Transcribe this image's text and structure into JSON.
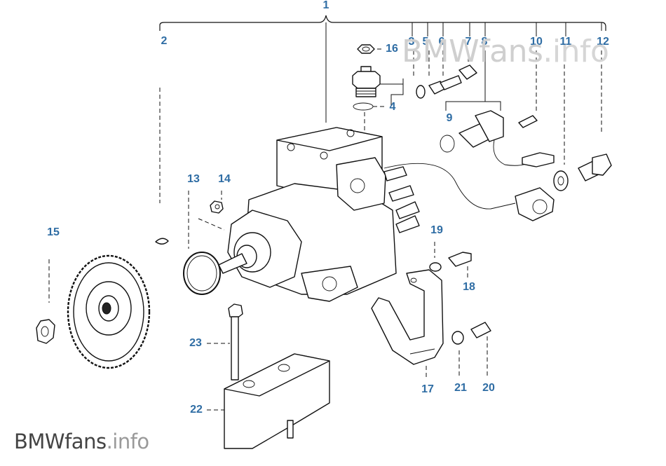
{
  "watermark": {
    "top": {
      "brand": "BMWfans",
      "suffix": ".info"
    },
    "bottom": {
      "brand": "BMWfans",
      "suffix": ".info"
    }
  },
  "callouts": [
    {
      "id": "c1",
      "label": "1"
    },
    {
      "id": "c2",
      "label": "2"
    },
    {
      "id": "c3",
      "label": "3"
    },
    {
      "id": "c4",
      "label": "4"
    },
    {
      "id": "c5",
      "label": "5"
    },
    {
      "id": "c6",
      "label": "6"
    },
    {
      "id": "c7",
      "label": "7"
    },
    {
      "id": "c8",
      "label": "8"
    },
    {
      "id": "c9",
      "label": "9"
    },
    {
      "id": "c10",
      "label": "10"
    },
    {
      "id": "c11",
      "label": "11"
    },
    {
      "id": "c12",
      "label": "12"
    },
    {
      "id": "c13",
      "label": "13"
    },
    {
      "id": "c14",
      "label": "14"
    },
    {
      "id": "c15",
      "label": "15"
    },
    {
      "id": "c16",
      "label": "16"
    },
    {
      "id": "c17",
      "label": "17"
    },
    {
      "id": "c18",
      "label": "18"
    },
    {
      "id": "c19",
      "label": "19"
    },
    {
      "id": "c20",
      "label": "20"
    },
    {
      "id": "c21",
      "label": "21"
    },
    {
      "id": "c22",
      "label": "22"
    },
    {
      "id": "c23",
      "label": "23"
    }
  ],
  "colors": {
    "callout": "#2f6da4",
    "line": "#111111",
    "watermark_light": "#cfcfcf",
    "watermark_dark": "#444444"
  }
}
